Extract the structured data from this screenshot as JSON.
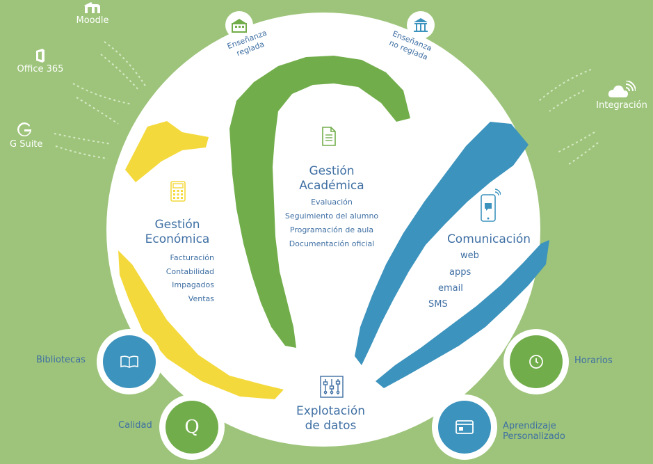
{
  "integrations_left": [
    {
      "label": "Moodle",
      "icon": "moodle-icon"
    },
    {
      "label": "Office 365",
      "icon": "office-icon"
    },
    {
      "label": "G Suite",
      "icon": "gsuite-icon"
    }
  ],
  "integration_right": {
    "label": "Integración",
    "icon": "cloud-wifi-icon"
  },
  "top_badges": {
    "reglada": {
      "line1": "Enseñanza",
      "line2": "reglada",
      "icon": "school-building-icon"
    },
    "no_reglada": {
      "line1": "Enseñanza",
      "line2": "no reglada",
      "icon": "academy-building-icon"
    }
  },
  "sections": {
    "academica": {
      "title1": "Gestión",
      "title2": "Académica",
      "items": [
        "Evaluación",
        "Seguimiento del alumno",
        "Programación de aula",
        "Documentación oficial"
      ],
      "icon": "document-icon"
    },
    "economica": {
      "title1": "Gestión",
      "title2": "Económica",
      "items": [
        "Facturación",
        "Contabilidad",
        "Impagados",
        "Ventas"
      ],
      "icon": "calculator-icon"
    },
    "comunicacion": {
      "title": "Comunicación",
      "items": [
        "web",
        "apps",
        "email",
        "SMS"
      ],
      "icon": "mobile-message-icon"
    },
    "explotacion": {
      "title1": "Explotación",
      "title2": "de datos",
      "icon": "sliders-icon"
    }
  },
  "modules": {
    "bibliotecas": {
      "label": "Bibliotecas",
      "icon": "book-icon"
    },
    "calidad": {
      "label": "Calidad",
      "glyph": "Q",
      "icon": "q-icon"
    },
    "horarios": {
      "label": "Horarios",
      "icon": "clock-icon"
    },
    "aprendizaje": {
      "line1": "Aprendizaje",
      "line2": "Personalizado",
      "icon": "window-card-icon"
    }
  },
  "colors": {
    "background": "#9dc47a",
    "circle": "#ffffff",
    "green": "#72ad4b",
    "blue": "#3c93bd",
    "yellow": "#f4d93c",
    "text": "#3f6fa3"
  }
}
